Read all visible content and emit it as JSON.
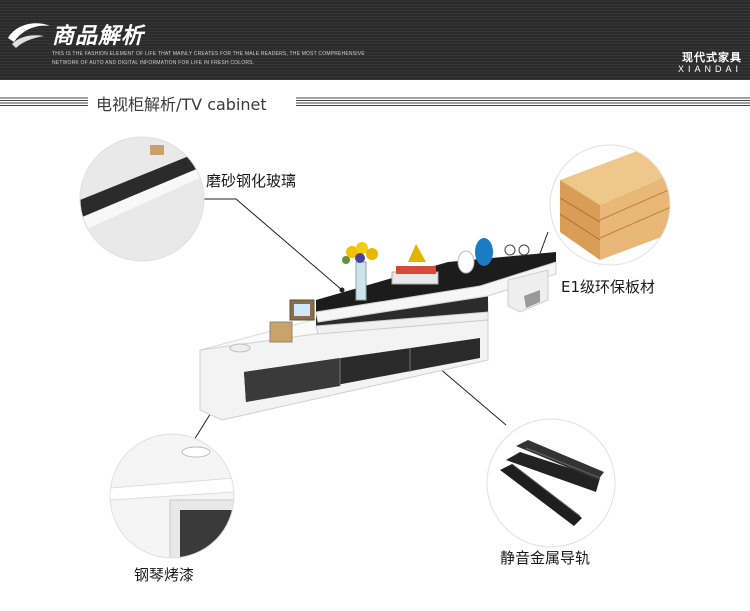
{
  "header": {
    "title": "商品解析",
    "subtitle_line1": "THIS IS THE FASHION ELEMENT OF LIFE THAT MAINLY CREATES FOR THE MALE READERS, THE MOST COMPREHENSIVE",
    "subtitle_line2": "NETWORK OF AUTO AND DIGITAL INFORMATION FOR LIFE IN FRESH COLORS.",
    "brand_cn": "现代式家具",
    "brand_en": "XIANDAI"
  },
  "section": {
    "title": "电视柜解析/TV cabinet"
  },
  "callouts": {
    "glass": "磨砂钢化玻璃",
    "board": "E1级环保板材",
    "paint": "钢琴烤漆",
    "rail": "静音金属导轨"
  },
  "colors": {
    "header_bg": "#2b2b2b",
    "cabinet_white": "#f4f4f4",
    "cabinet_glass": "#1e1e1e",
    "wood": "#e9b777"
  }
}
